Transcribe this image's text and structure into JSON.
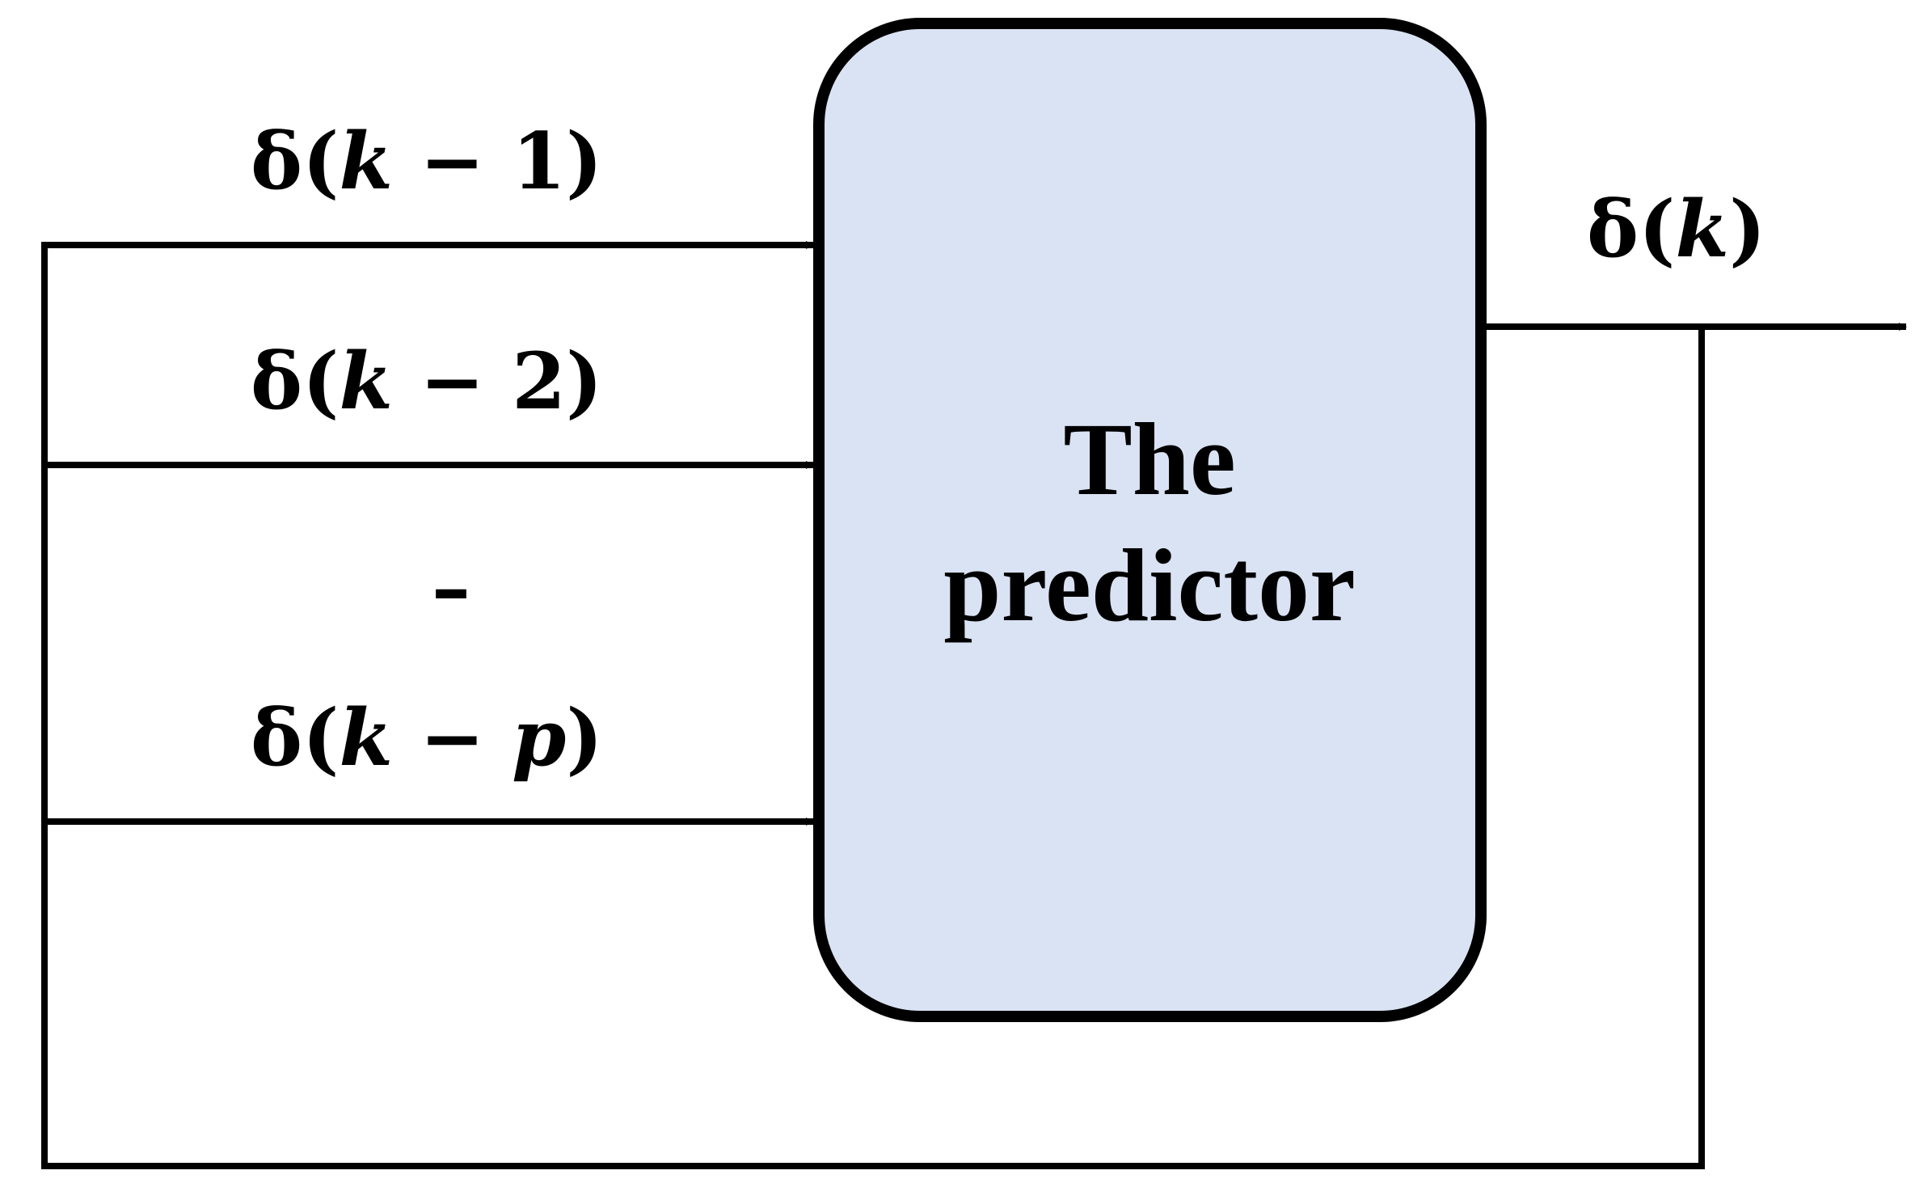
{
  "diagram": {
    "box": {
      "line1": "The",
      "line2": "predictor",
      "fill_color": "#dae3f3",
      "border_color": "#000000"
    },
    "inputs": [
      {
        "prefix": "δ(",
        "var": "k",
        "rest": " − 1)"
      },
      {
        "prefix": "δ(",
        "var": "k",
        "rest": " − 2)"
      },
      {
        "prefix": "δ(",
        "var": "k",
        "rest": " − ",
        "var2": "p",
        "tail": ")"
      }
    ],
    "ellipsis_dash": "–",
    "output": {
      "prefix": "δ(",
      "var": "k",
      "rest": ")"
    }
  }
}
